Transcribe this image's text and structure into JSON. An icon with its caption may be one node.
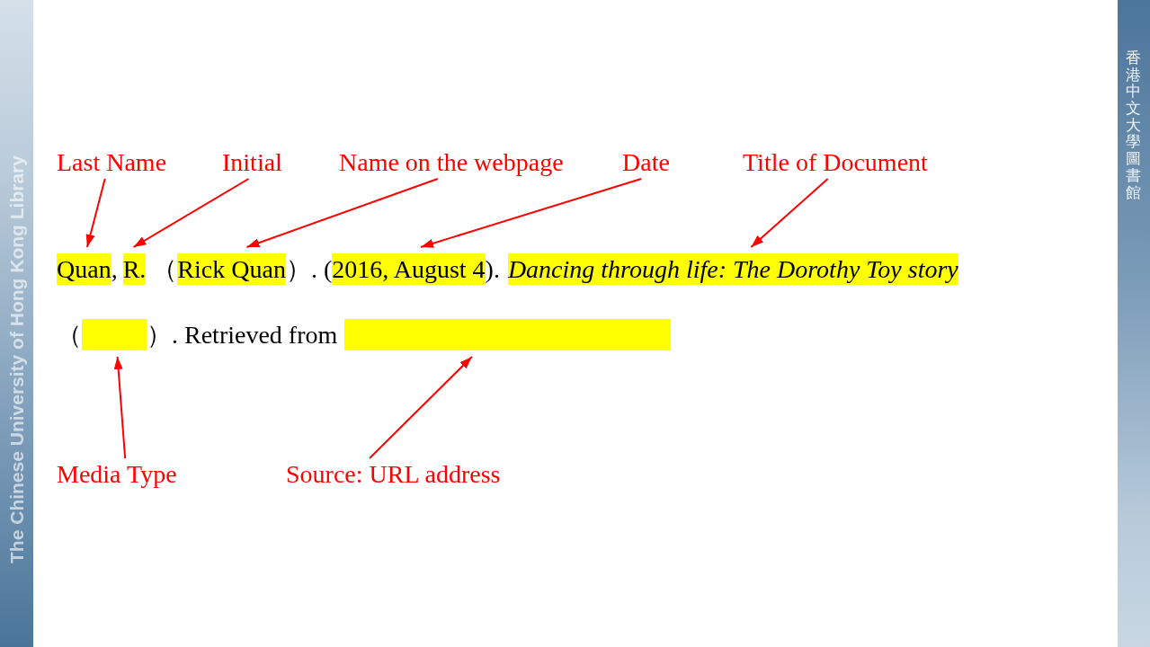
{
  "diagram": {
    "nodes": [
      {
        "text": [
          "Last Name"
        ]
      },
      {
        "text": [
          "Initial"
        ]
      },
      {
        "text": [
          "Name on the webpage"
        ]
      },
      {
        "text": [
          "Date"
        ]
      },
      {
        "text": [
          "Title of Document"
        ]
      },
      {
        "text": [
          "Quan"
        ]
      },
      {
        "text": [
          "R."
        ]
      },
      {
        "text": [
          "Rick Quan"
        ]
      },
      {
        "text": [
          "2016, August 4"
        ]
      },
      {
        "text": [
          "Dancing through life: The Dorothy Toy story"
        ]
      },
      {
        "text": [],
        "shape": "box"
      },
      {
        "text": [],
        "shape": "box"
      },
      {
        "text": [
          "Media Type"
        ]
      },
      {
        "text": [
          "Source: URL address"
        ]
      }
    ],
    "edges": [
      {
        "from": 0,
        "to": 5,
        "arrow": "to"
      },
      {
        "from": 1,
        "to": 6,
        "arrow": "to"
      },
      {
        "from": 2,
        "to": 7,
        "arrow": "to"
      },
      {
        "from": 3,
        "to": 8,
        "arrow": "to"
      },
      {
        "from": 4,
        "to": 9,
        "arrow": "to"
      },
      {
        "from": 12,
        "to": 10,
        "arrow": "to"
      },
      {
        "from": 13,
        "to": 11,
        "arrow": "to"
      }
    ],
    "labels": [
      ",",
      "（",
      "）. (",
      ").",
      "（",
      "）. Retrieved from",
      "The Chinese University of Hong Kong Library",
      "香港中文大學圖書館"
    ]
  }
}
